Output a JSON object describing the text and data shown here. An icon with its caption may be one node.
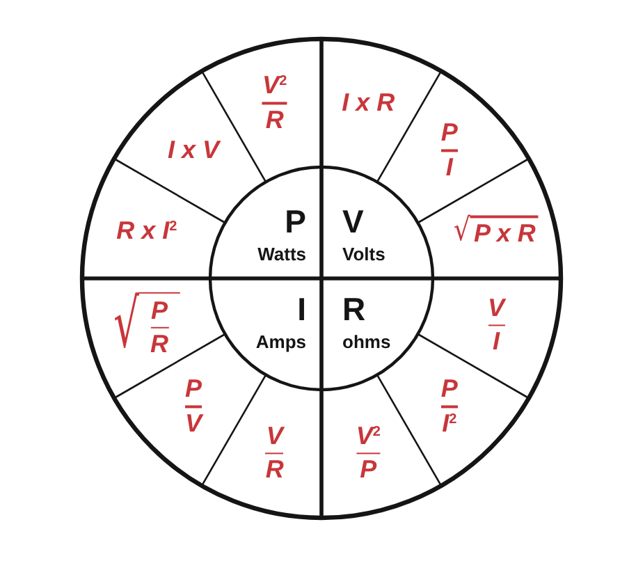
{
  "diagram": {
    "nodes": [
      {
        "text": [
          "V$^{2}$",
          "R"
        ]
      },
      {
        "text": [
          "I x R"
        ]
      },
      {
        "text": [
          "I x V"
        ]
      },
      {
        "text": [
          "P",
          "I"
        ]
      },
      {
        "text": [
          "R x I$^{2}$"
        ]
      },
      {
        "text": [
          "P",
          "Watts"
        ]
      },
      {
        "text": [
          "V",
          "Volts"
        ]
      },
      {
        "text": [
          "√",
          "P x R"
        ]
      },
      {
        "text": [
          "√",
          "P",
          "R"
        ]
      },
      {
        "text": [
          "I",
          "Amps"
        ]
      },
      {
        "text": [
          "R",
          "ohms"
        ]
      },
      {
        "text": [
          "V",
          "I"
        ]
      },
      {
        "text": [
          "P",
          "V"
        ]
      },
      {
        "text": [
          "P",
          "I$^{2}$"
        ]
      },
      {
        "text": [
          "V",
          "R"
        ]
      },
      {
        "text": [
          "V$^{2}$",
          "P"
        ]
      }
    ]
  }
}
